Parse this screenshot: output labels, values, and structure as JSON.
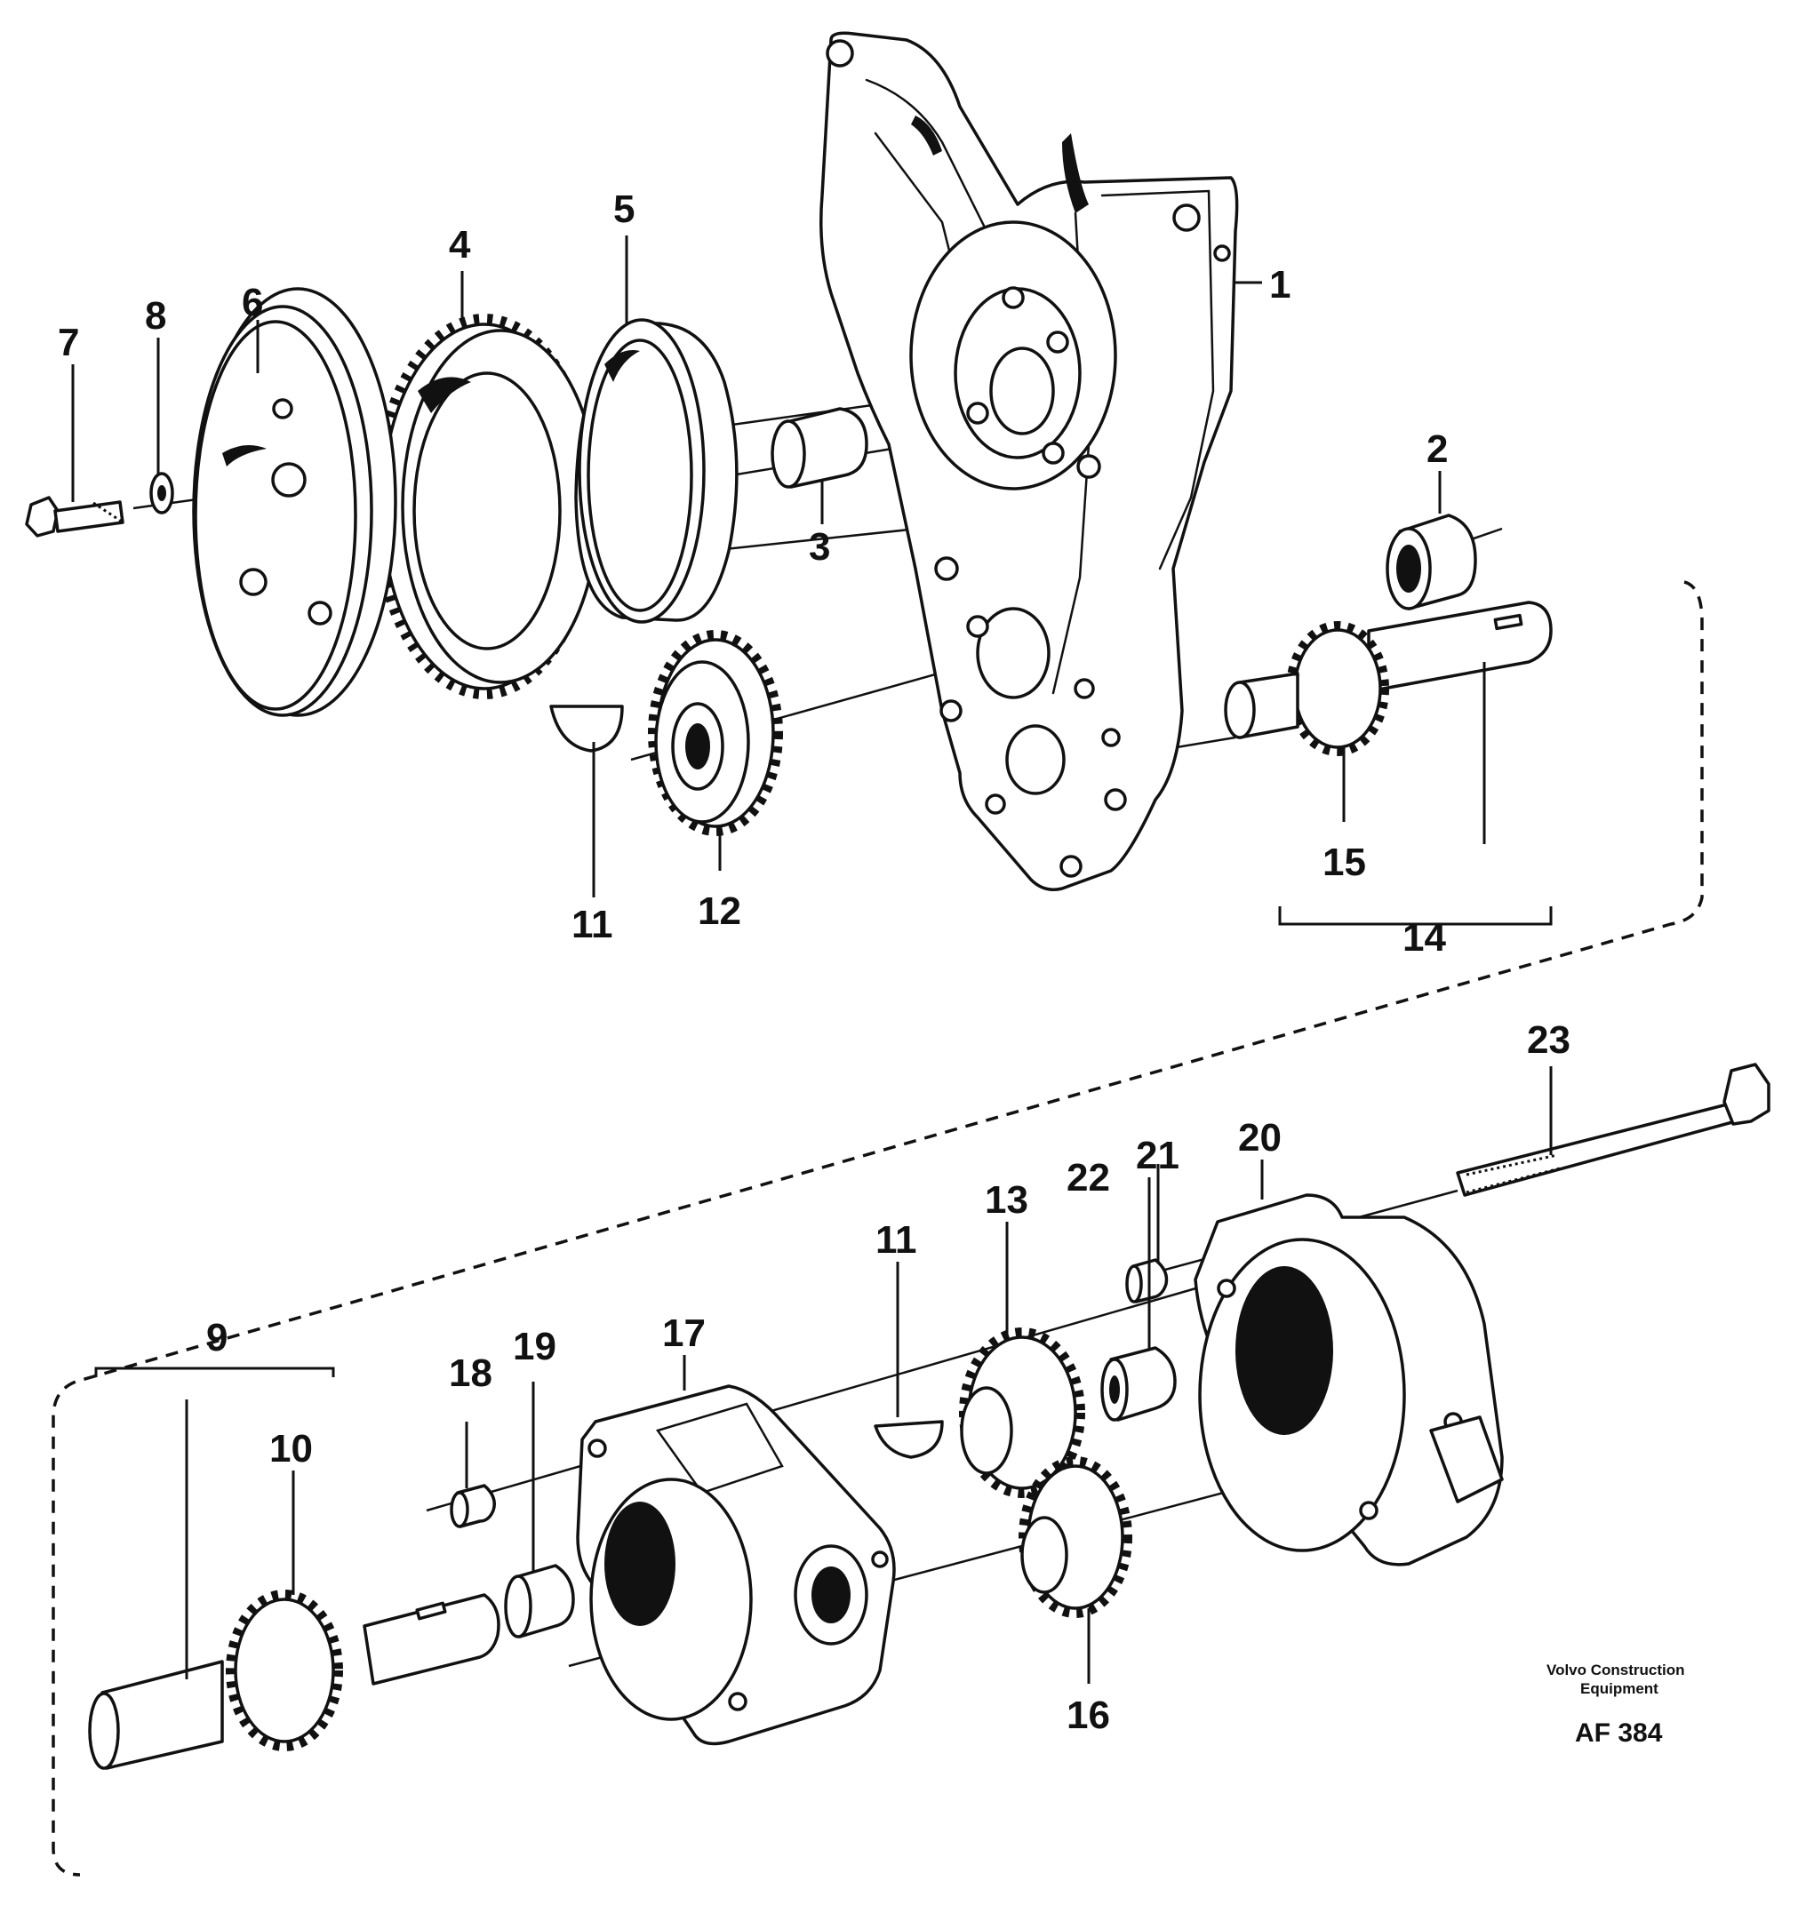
{
  "diagram": {
    "callouts": {
      "c1": "1",
      "c2": "2",
      "c3": "3",
      "c4": "4",
      "c5": "5",
      "c6": "6",
      "c7": "7",
      "c8": "8",
      "c9": "9",
      "c10": "10",
      "c11a": "11",
      "c11b": "11",
      "c12": "12",
      "c13": "13",
      "c14": "14",
      "c15": "15",
      "c16": "16",
      "c17": "17",
      "c18": "18",
      "c19": "19",
      "c20": "20",
      "c21": "21",
      "c22": "22",
      "c23": "23"
    },
    "footer": {
      "publisher_line1": "Volvo Construction",
      "publisher_line2": "Equipment",
      "code": "AF 384"
    }
  }
}
